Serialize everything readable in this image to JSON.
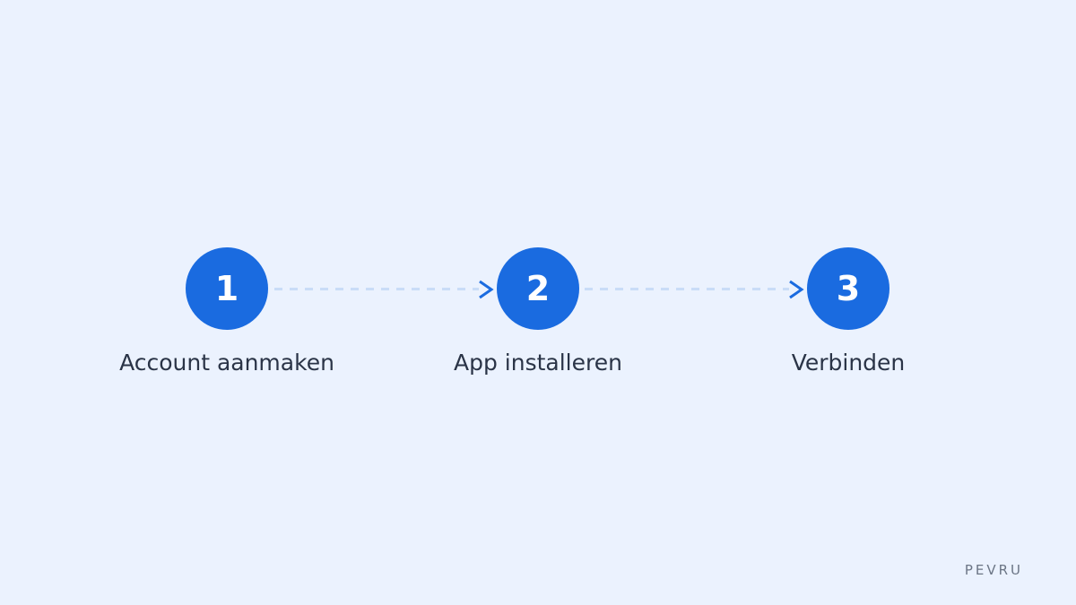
{
  "steps": [
    {
      "number": "1",
      "label": "Account aanmaken"
    },
    {
      "number": "2",
      "label": "App installeren"
    },
    {
      "number": "3",
      "label": "Verbinden"
    }
  ],
  "brand": "PEVRU",
  "colors": {
    "background": "#ebf2fe",
    "accent": "#1a6be0",
    "connector": "#c9dcf7",
    "label_text": "#2a3447",
    "brand_text": "#6b7585"
  }
}
